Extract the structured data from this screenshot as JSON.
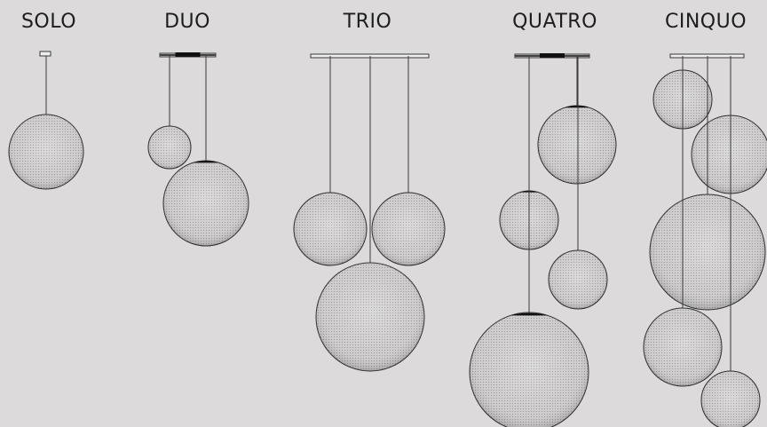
{
  "configurations": [
    {
      "label": "SOLO",
      "globe_count": 1
    },
    {
      "label": "DUO",
      "globe_count": 2
    },
    {
      "label": "TRIO",
      "globe_count": 3
    },
    {
      "label": "QUATRO",
      "globe_count": 4
    },
    {
      "label": "CINQUO",
      "globe_count": 5
    }
  ],
  "colors": {
    "background": "#dcdada",
    "text": "#1d1d1d",
    "line": "#3a3a3a",
    "globe_fill": "#c9c7c7",
    "cap": "#111111"
  }
}
